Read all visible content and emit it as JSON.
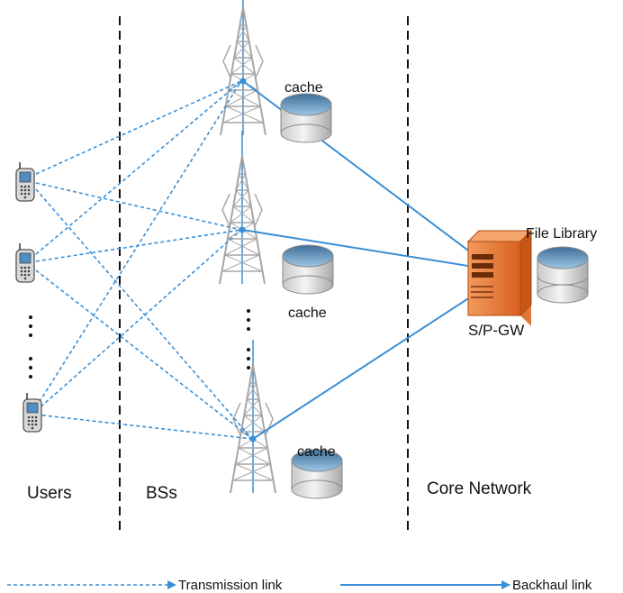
{
  "zones": {
    "users": "Users",
    "bss": "BSs",
    "core": "Core Network"
  },
  "cache_label": "cache",
  "file_library_label": "File Library",
  "gateway_label": "S/P-GW",
  "legend": {
    "transmission": "Transmission link",
    "backhaul": "Backhaul link"
  },
  "colors": {
    "link": "#3a8fd6",
    "tower": "#a6a6a6",
    "divider": "#111111",
    "server": "#e8783a"
  },
  "icons": {
    "user": "mobile-phone-icon",
    "bs": "cell-tower-icon",
    "cache": "database-icon",
    "gateway": "server-icon",
    "library": "database-icon"
  }
}
